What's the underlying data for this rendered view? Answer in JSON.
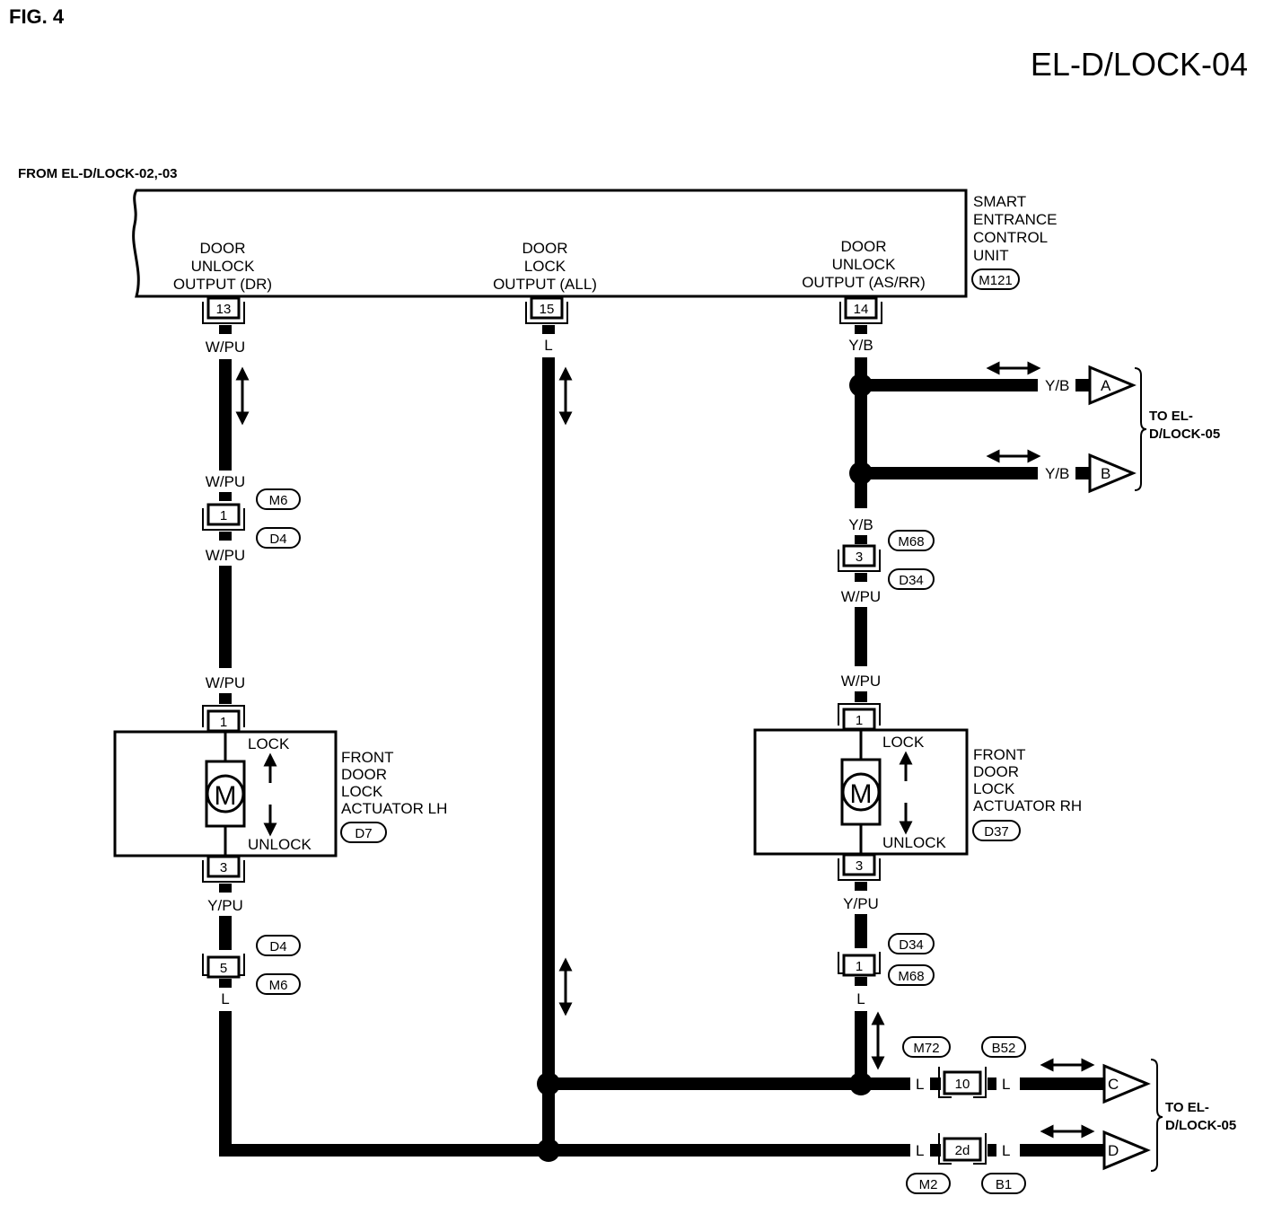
{
  "figure_label": "FIG. 4",
  "page_code": "EL-D/LOCK-04",
  "from_ref": "FROM EL-D/LOCK-02,-03",
  "control_unit": {
    "name_lines": [
      "SMART",
      "ENTRANCE",
      "CONTROL",
      "UNIT"
    ],
    "connector": "M121",
    "outputs": [
      {
        "lines": [
          "DOOR",
          "UNLOCK",
          "OUTPUT (DR)"
        ],
        "pin": "13",
        "wire": "W/PU"
      },
      {
        "lines": [
          "DOOR",
          "LOCK",
          "OUTPUT (ALL)"
        ],
        "pin": "15",
        "wire": "L"
      },
      {
        "lines": [
          "DOOR",
          "UNLOCK",
          "OUTPUT (AS/RR)"
        ],
        "pin": "14",
        "wire": "Y/B"
      }
    ]
  },
  "left_branch": {
    "wire_a": "W/PU",
    "joint": {
      "pin": "1",
      "top_conn": "M6",
      "bottom_conn": "D4"
    },
    "wire_b": "W/PU",
    "wire_c": "W/PU",
    "joint2": {
      "pin": "5",
      "top_conn": "D4",
      "bottom_conn": "M6"
    },
    "wire_d": "Y/PU",
    "wire_e": "L"
  },
  "actuator_lh": {
    "name_lines": [
      "FRONT",
      "DOOR",
      "LOCK",
      "ACTUATOR LH"
    ],
    "connector": "D7",
    "top_pin": "1",
    "bottom_pin": "3",
    "motor": "M",
    "lock": "LOCK",
    "unlock": "UNLOCK"
  },
  "actuator_rh": {
    "name_lines": [
      "FRONT",
      "DOOR",
      "LOCK",
      "ACTUATOR RH"
    ],
    "connector": "D37",
    "top_pin": "1",
    "bottom_pin": "3",
    "motor": "M",
    "lock": "LOCK",
    "unlock": "UNLOCK"
  },
  "right_branch": {
    "wire_yb_a": "Y/B",
    "wire_yb_b": "Y/B",
    "wire_yb_c": "Y/B",
    "joint": {
      "pin": "3",
      "top_conn": "M68",
      "bottom_conn": "D34"
    },
    "wire_wpu_a": "W/PU",
    "wire_wpu_b": "W/PU",
    "wire_ypu": "Y/PU",
    "joint2": {
      "pin": "1",
      "top_conn": "D34",
      "bottom_conn": "M68"
    },
    "wire_l": "L"
  },
  "outputs_to": {
    "ref_lines_1": [
      "TO EL-",
      "D/LOCK-05"
    ],
    "ref_lines_2": [
      "TO EL-",
      "D/LOCK-05"
    ],
    "A": "A",
    "B": "B",
    "C": "C",
    "D": "D"
  },
  "bottom_connectors": {
    "c_pin": "10",
    "c_left_conn": "M72",
    "c_right_conn": "B52",
    "c_wire_left": "L",
    "c_wire_right": "L",
    "d_pin": "2d",
    "d_left_conn": "M2",
    "d_right_conn": "B1",
    "d_wire_left": "L",
    "d_wire_right": "L"
  }
}
